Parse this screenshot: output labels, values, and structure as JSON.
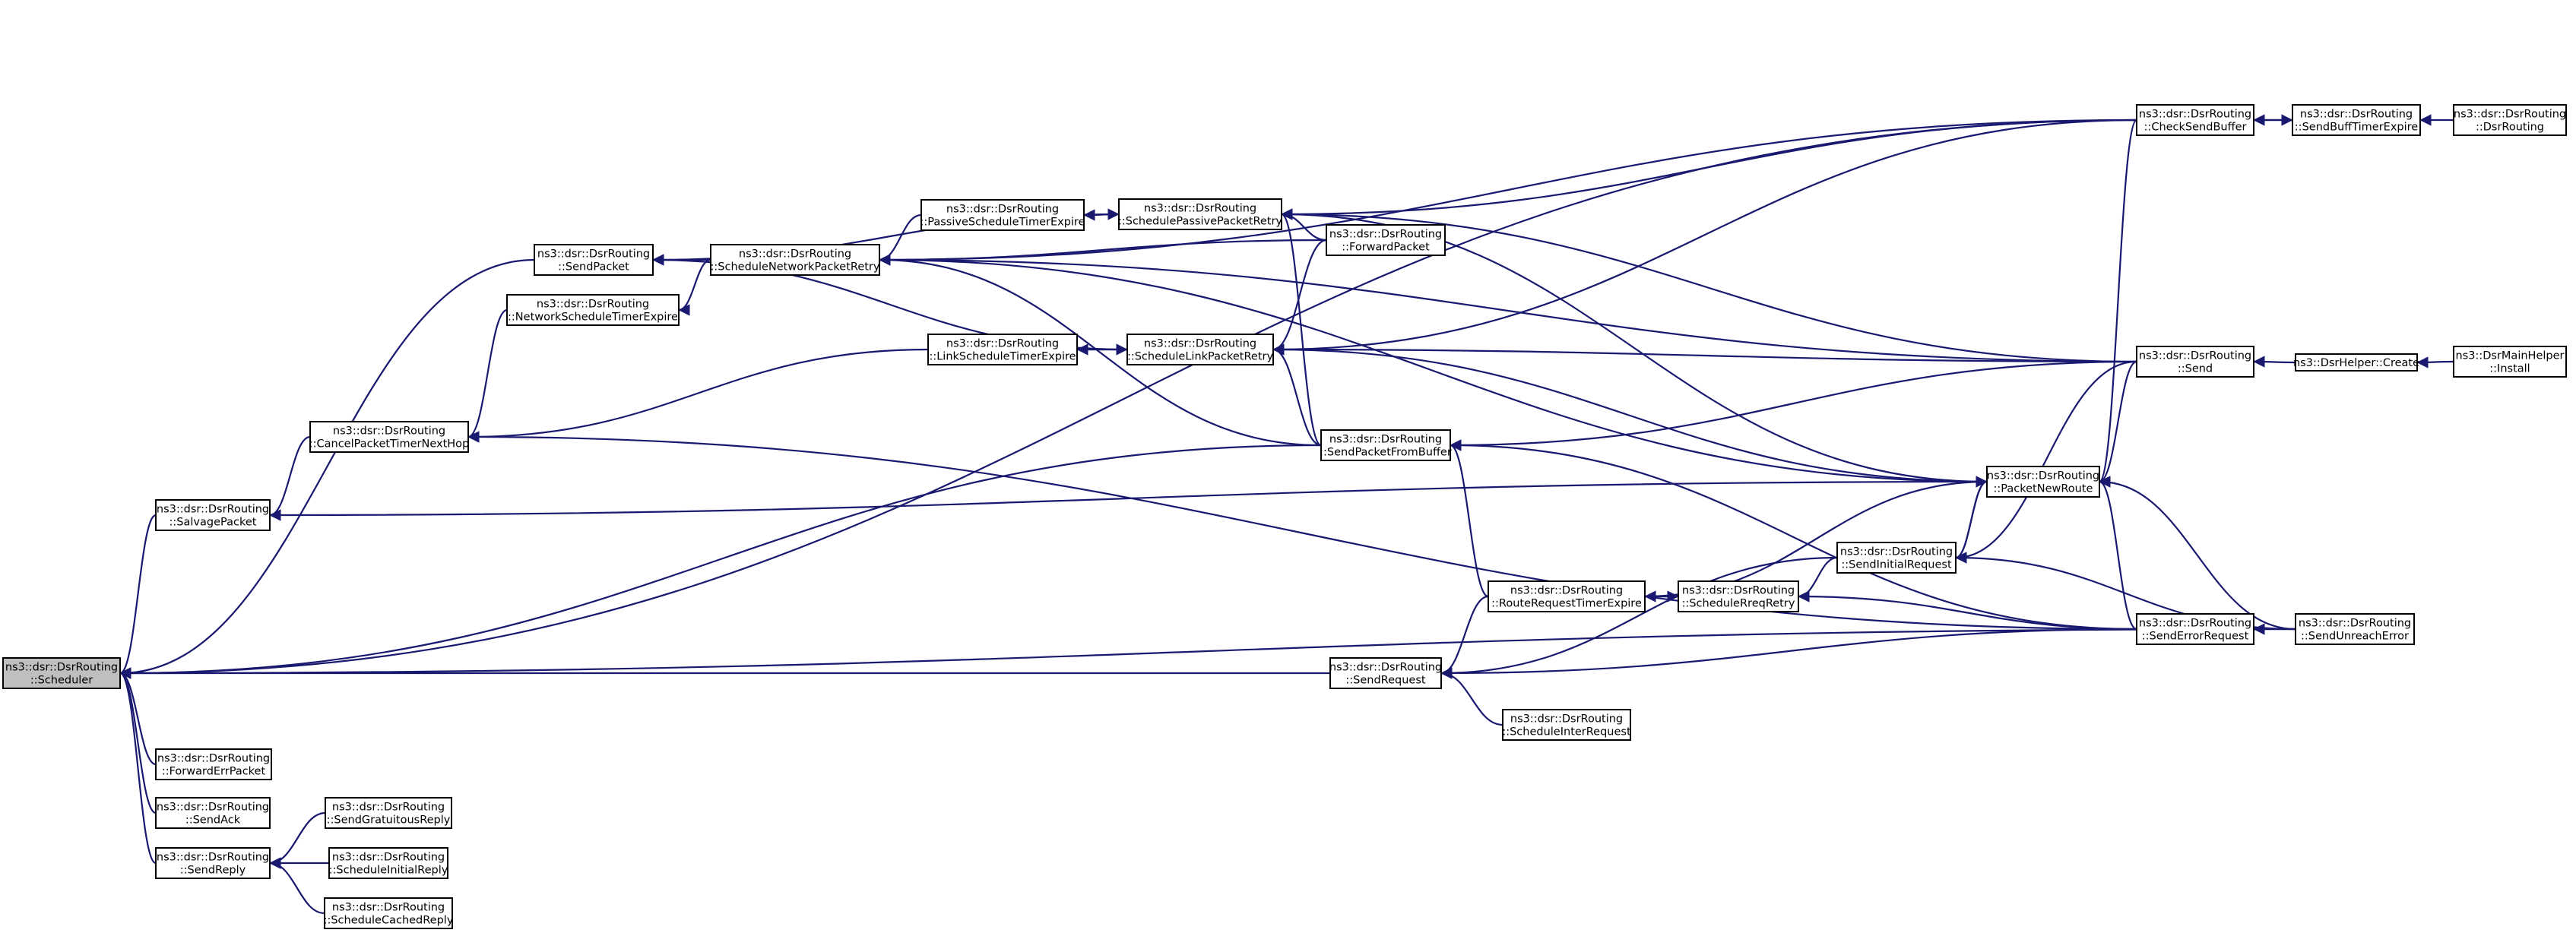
{
  "nodes": [
    {
      "id": "scheduler",
      "lines": [
        "ns3::dsr::DsrRouting",
        "::Scheduler"
      ],
      "highlight": true
    },
    {
      "id": "salvage_packet",
      "lines": [
        "ns3::dsr::DsrRouting",
        "::SalvagePacket"
      ]
    },
    {
      "id": "forward_err_packet",
      "lines": [
        "ns3::dsr::DsrRouting",
        "::ForwardErrPacket"
      ]
    },
    {
      "id": "send_ack",
      "lines": [
        "ns3::dsr::DsrRouting",
        "::SendAck"
      ]
    },
    {
      "id": "send_reply",
      "lines": [
        "ns3::dsr::DsrRouting",
        "::SendReply"
      ]
    },
    {
      "id": "cancel_packet_timer",
      "lines": [
        "ns3::dsr::DsrRouting",
        "::CancelPacketTimerNextHop"
      ]
    },
    {
      "id": "send_packet",
      "lines": [
        "ns3::dsr::DsrRouting",
        "::SendPacket"
      ]
    },
    {
      "id": "network_schedule_timer",
      "lines": [
        "ns3::dsr::DsrRouting",
        "::NetworkScheduleTimerExpire"
      ]
    },
    {
      "id": "schedule_network_retry",
      "lines": [
        "ns3::dsr::DsrRouting",
        "::ScheduleNetworkPacketRetry"
      ]
    },
    {
      "id": "send_gratuitous_reply",
      "lines": [
        "ns3::dsr::DsrRouting",
        "::SendGratuitousReply"
      ]
    },
    {
      "id": "schedule_initial_reply",
      "lines": [
        "ns3::dsr::DsrRouting",
        "::ScheduleInitialReply"
      ]
    },
    {
      "id": "schedule_cached_reply",
      "lines": [
        "ns3::dsr::DsrRouting",
        "::ScheduleCachedReply"
      ]
    },
    {
      "id": "passive_schedule_timer",
      "lines": [
        "ns3::dsr::DsrRouting",
        "::PassiveScheduleTimerExpire"
      ]
    },
    {
      "id": "link_schedule_timer",
      "lines": [
        "ns3::dsr::DsrRouting",
        "::LinkScheduleTimerExpire"
      ]
    },
    {
      "id": "schedule_passive_retry",
      "lines": [
        "ns3::dsr::DsrRouting",
        "::SchedulePassivePacketRetry"
      ]
    },
    {
      "id": "schedule_link_retry",
      "lines": [
        "ns3::dsr::DsrRouting",
        "::ScheduleLinkPacketRetry"
      ]
    },
    {
      "id": "forward_packet",
      "lines": [
        "ns3::dsr::DsrRouting",
        "::ForwardPacket"
      ]
    },
    {
      "id": "send_packet_from_buffer",
      "lines": [
        "ns3::dsr::DsrRouting",
        "::SendPacketFromBuffer"
      ]
    },
    {
      "id": "send_request",
      "lines": [
        "ns3::dsr::DsrRouting",
        "::SendRequest"
      ]
    },
    {
      "id": "route_request_timer",
      "lines": [
        "ns3::dsr::DsrRouting",
        "::RouteRequestTimerExpire"
      ]
    },
    {
      "id": "schedule_inter_request",
      "lines": [
        "ns3::dsr::DsrRouting",
        "::ScheduleInterRequest"
      ]
    },
    {
      "id": "schedule_rreq_retry",
      "lines": [
        "ns3::dsr::DsrRouting",
        "::ScheduleRreqRetry"
      ]
    },
    {
      "id": "send_initial_request",
      "lines": [
        "ns3::dsr::DsrRouting",
        "::SendInitialRequest"
      ]
    },
    {
      "id": "packet_new_route",
      "lines": [
        "ns3::dsr::DsrRouting",
        "::PacketNewRoute"
      ]
    },
    {
      "id": "check_send_buffer",
      "lines": [
        "ns3::dsr::DsrRouting",
        "::CheckSendBuffer"
      ]
    },
    {
      "id": "send",
      "lines": [
        "ns3::dsr::DsrRouting",
        "::Send"
      ]
    },
    {
      "id": "send_error_request",
      "lines": [
        "ns3::dsr::DsrRouting",
        "::SendErrorRequest"
      ]
    },
    {
      "id": "send_buff_timer",
      "lines": [
        "ns3::dsr::DsrRouting",
        "::SendBuffTimerExpire"
      ]
    },
    {
      "id": "send_unreach_error",
      "lines": [
        "ns3::dsr::DsrRouting",
        "::SendUnreachError"
      ]
    },
    {
      "id": "dsr_helper_create",
      "lines": [
        "ns3::DsrHelper::Create"
      ]
    },
    {
      "id": "dsr_routing_ctor",
      "lines": [
        "ns3::dsr::DsrRouting",
        "::DsrRouting"
      ]
    },
    {
      "id": "dsr_main_helper_install",
      "lines": [
        "ns3::DsrMainHelper",
        "::Install"
      ]
    }
  ],
  "edges": [
    [
      "salvage_packet",
      "scheduler"
    ],
    [
      "forward_err_packet",
      "scheduler"
    ],
    [
      "send_ack",
      "scheduler"
    ],
    [
      "send_reply",
      "scheduler"
    ],
    [
      "send_packet",
      "scheduler"
    ],
    [
      "send_packet_from_buffer",
      "scheduler"
    ],
    [
      "send_request",
      "scheduler"
    ],
    [
      "check_send_buffer",
      "scheduler"
    ],
    [
      "send_unreach_error",
      "scheduler"
    ],
    [
      "cancel_packet_timer",
      "salvage_packet"
    ],
    [
      "packet_new_route",
      "salvage_packet"
    ],
    [
      "send_gratuitous_reply",
      "send_reply"
    ],
    [
      "schedule_initial_reply",
      "send_reply"
    ],
    [
      "schedule_cached_reply",
      "send_reply"
    ],
    [
      "network_schedule_timer",
      "cancel_packet_timer"
    ],
    [
      "link_schedule_timer",
      "cancel_packet_timer"
    ],
    [
      "send_error_request",
      "cancel_packet_timer"
    ],
    [
      "schedule_network_retry",
      "send_packet"
    ],
    [
      "schedule_passive_retry",
      "send_packet"
    ],
    [
      "schedule_link_retry",
      "send_packet"
    ],
    [
      "schedule_network_retry",
      "network_schedule_timer"
    ],
    [
      "passive_schedule_timer",
      "schedule_network_retry"
    ],
    [
      "forward_packet",
      "schedule_network_retry"
    ],
    [
      "send_packet_from_buffer",
      "schedule_network_retry"
    ],
    [
      "check_send_buffer",
      "schedule_network_retry"
    ],
    [
      "send",
      "schedule_network_retry"
    ],
    [
      "packet_new_route",
      "schedule_network_retry"
    ],
    [
      "schedule_passive_retry",
      "passive_schedule_timer"
    ],
    [
      "passive_schedule_timer",
      "schedule_passive_retry"
    ],
    [
      "forward_packet",
      "schedule_passive_retry"
    ],
    [
      "check_send_buffer",
      "schedule_passive_retry"
    ],
    [
      "send",
      "schedule_passive_retry"
    ],
    [
      "packet_new_route",
      "schedule_passive_retry"
    ],
    [
      "schedule_link_retry",
      "link_schedule_timer"
    ],
    [
      "link_schedule_timer",
      "schedule_link_retry"
    ],
    [
      "forward_packet",
      "schedule_link_retry"
    ],
    [
      "send_packet_from_buffer",
      "schedule_link_retry"
    ],
    [
      "check_send_buffer",
      "schedule_link_retry"
    ],
    [
      "send",
      "schedule_link_retry"
    ],
    [
      "packet_new_route",
      "schedule_link_retry"
    ],
    [
      "send_packet_from_buffer",
      "schedule_passive_retry"
    ],
    [
      "send",
      "send_packet_from_buffer"
    ],
    [
      "route_request_timer",
      "send_packet_from_buffer"
    ],
    [
      "send_error_request",
      "send_packet_from_buffer"
    ],
    [
      "route_request_timer",
      "send_request"
    ],
    [
      "schedule_inter_request",
      "send_request"
    ],
    [
      "send_initial_request",
      "send_request"
    ],
    [
      "send_error_request",
      "send_request"
    ],
    [
      "schedule_rreq_retry",
      "route_request_timer"
    ],
    [
      "route_request_timer",
      "schedule_rreq_retry"
    ],
    [
      "send_initial_request",
      "schedule_rreq_retry"
    ],
    [
      "send_error_request",
      "schedule_rreq_retry"
    ],
    [
      "send",
      "send_initial_request"
    ],
    [
      "packet_new_route",
      "send_initial_request"
    ],
    [
      "send_unreach_error",
      "send_initial_request"
    ],
    [
      "route_request_timer",
      "packet_new_route"
    ],
    [
      "send_initial_request",
      "packet_new_route"
    ],
    [
      "send",
      "packet_new_route"
    ],
    [
      "send_error_request",
      "packet_new_route"
    ],
    [
      "send_unreach_error",
      "packet_new_route"
    ],
    [
      "check_send_buffer",
      "packet_new_route"
    ],
    [
      "send_buff_timer",
      "check_send_buffer"
    ],
    [
      "check_send_buffer",
      "send_buff_timer"
    ],
    [
      "dsr_routing_ctor",
      "send_buff_timer"
    ],
    [
      "dsr_helper_create",
      "send"
    ],
    [
      "dsr_main_helper_install",
      "dsr_helper_create"
    ],
    [
      "send_unreach_error",
      "send_error_request"
    ]
  ]
}
